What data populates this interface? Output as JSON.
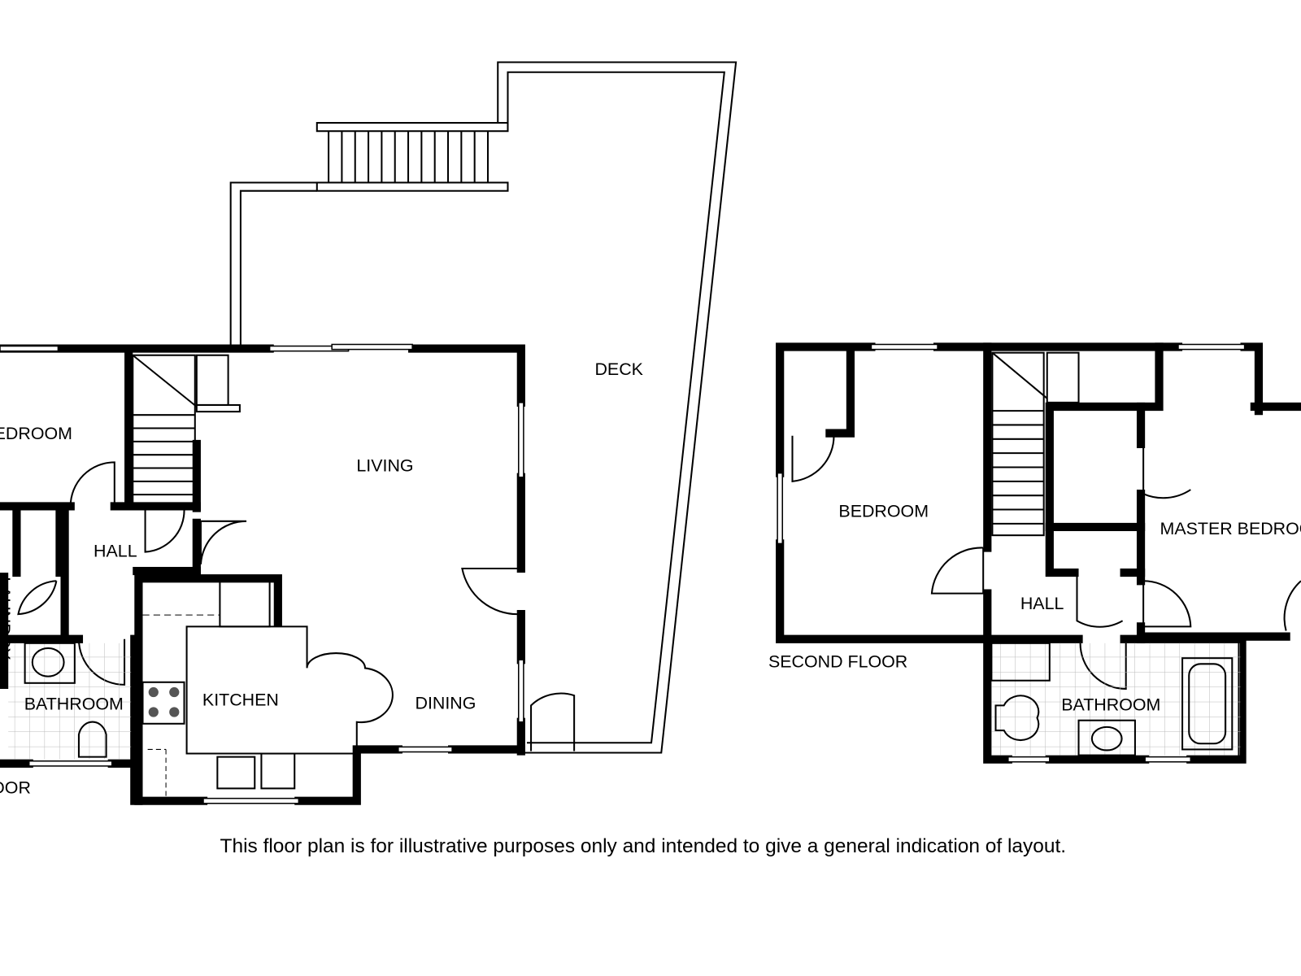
{
  "first_floor": {
    "label": "FIRST FLOOR",
    "rooms": {
      "deck": "DECK",
      "living": "LIVING",
      "bedroom": "BEDROOM",
      "hall": "HALL",
      "laundry": "LAUNDRY",
      "kitchen": "KITCHEN",
      "dining": "DINING",
      "bathroom": "BATHROOM"
    }
  },
  "second_floor": {
    "label": "SECOND FLOOR",
    "rooms": {
      "bedroom": "BEDROOM",
      "master_bedroom": "MASTER BEDROOM",
      "hall": "HALL",
      "bathroom": "BATHROOM"
    }
  },
  "disclaimer": "This floor plan is for illustrative purposes only and intended to give a general indication of layout."
}
